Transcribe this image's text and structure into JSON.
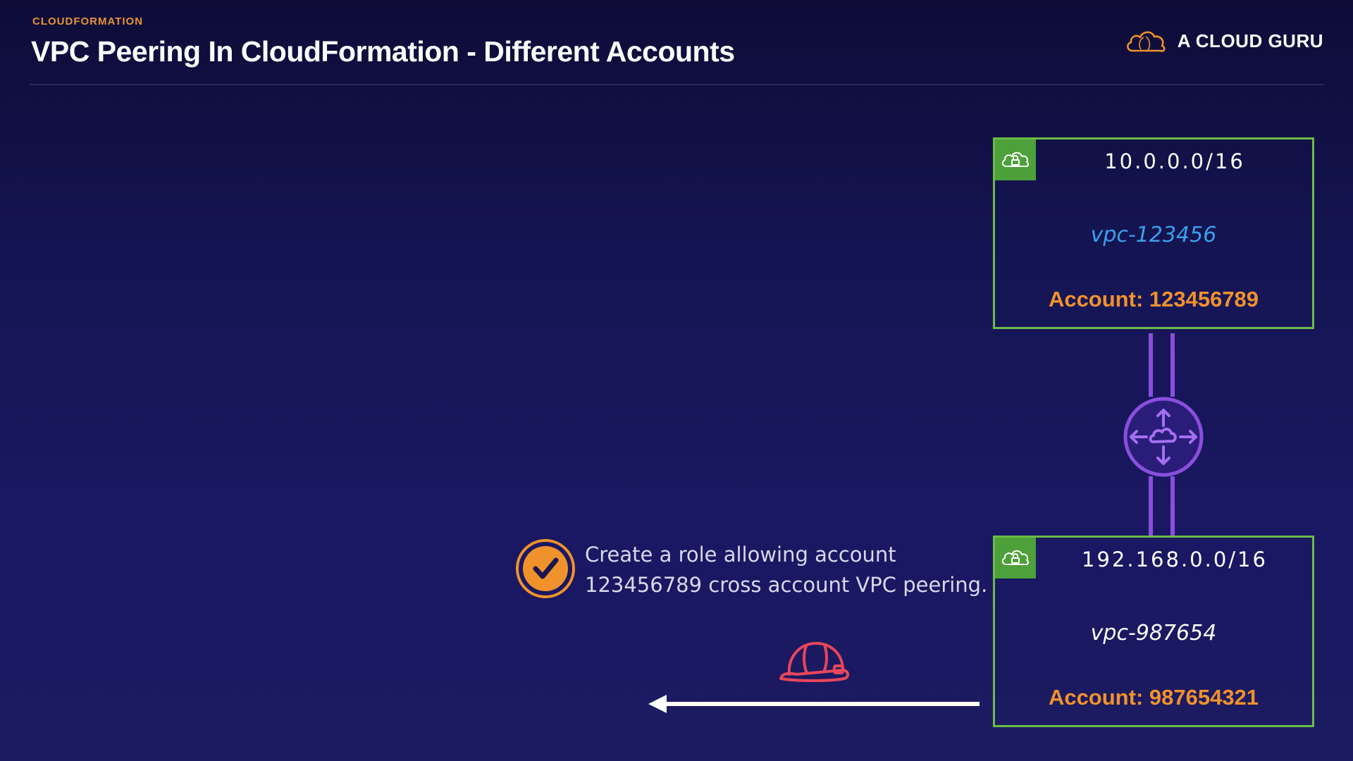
{
  "header": {
    "eyebrow": "CLOUDFORMATION",
    "title": "VPC Peering In CloudFormation - Different Accounts",
    "brand_name": "A CLOUD GURU",
    "brand_icon": "cloud-logo-icon"
  },
  "diagram": {
    "vpc_a": {
      "cidr": "10.0.0.0/16",
      "vpc_id": "vpc-123456",
      "account": "Account: 123456789",
      "icon": "vpc-lock-cloud-icon"
    },
    "vpc_b": {
      "cidr": "192.168.0.0/16",
      "vpc_id": "vpc-987654",
      "account": "Account: 987654321",
      "icon": "vpc-lock-cloud-icon"
    },
    "peering_icon": "peering-router-icon",
    "checkpoint": {
      "icon": "check-circle-icon",
      "line1": "Create a role allowing account",
      "line2": "123456789 cross account VPC peering."
    },
    "role_icon": "hardhat-icon",
    "arrow_icon": "left-arrow-icon"
  },
  "colors": {
    "accent_orange": "#f0922c",
    "vpc_green": "#6dbb45",
    "peering_purple": "#8a4fdd",
    "vpc_id_blue": "#3aa0ea",
    "hardhat_red": "#e8465a"
  }
}
